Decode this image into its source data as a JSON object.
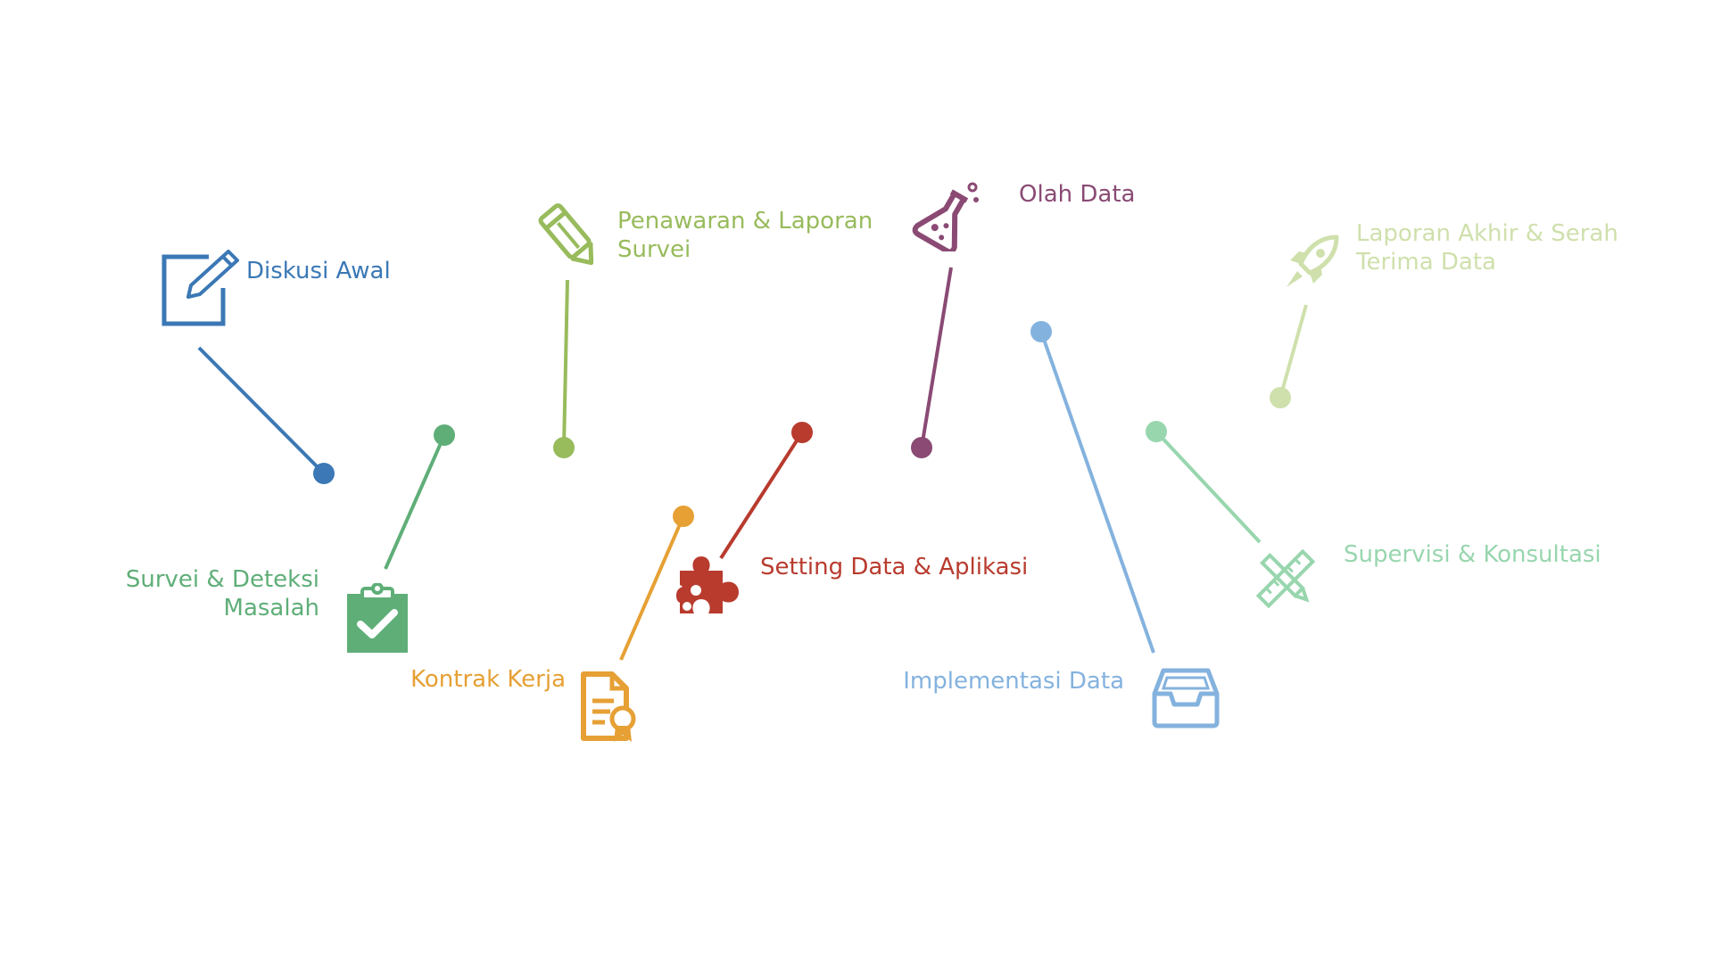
{
  "steps": [
    {
      "id": "diskusi",
      "lines": [
        "Diskusi Awal"
      ],
      "icon": "edit-icon",
      "color": "#3b78b5"
    },
    {
      "id": "survei",
      "lines": [
        "Survei & Deteksi",
        "Masalah"
      ],
      "icon": "clipboard-check-icon",
      "color": "#5fae78"
    },
    {
      "id": "penawaran",
      "lines": [
        "Penawaran & Laporan",
        "Survei"
      ],
      "icon": "pencil-icon",
      "color": "#98bb5c"
    },
    {
      "id": "kontrak",
      "lines": [
        "Kontrak Kerja"
      ],
      "icon": "certificate-icon",
      "color": "#e6a034"
    },
    {
      "id": "setting",
      "lines": [
        "Setting Data & Aplikasi"
      ],
      "icon": "puzzle-icon",
      "color": "#b83b2e"
    },
    {
      "id": "olah",
      "lines": [
        "Olah Data"
      ],
      "icon": "flask-icon",
      "color": "#8a4a74"
    },
    {
      "id": "impl",
      "lines": [
        "Implementasi Data"
      ],
      "icon": "inbox-tray-icon",
      "color": "#84b2de"
    },
    {
      "id": "superv",
      "lines": [
        "Supervisi & Konsultasi"
      ],
      "icon": "pencil-ruler-icon",
      "color": "#98d6ae"
    },
    {
      "id": "laporan",
      "lines": [
        "Laporan Akhir & Serah",
        "Terima Data"
      ],
      "icon": "rocket-icon",
      "color": "#cfe0ac"
    }
  ]
}
